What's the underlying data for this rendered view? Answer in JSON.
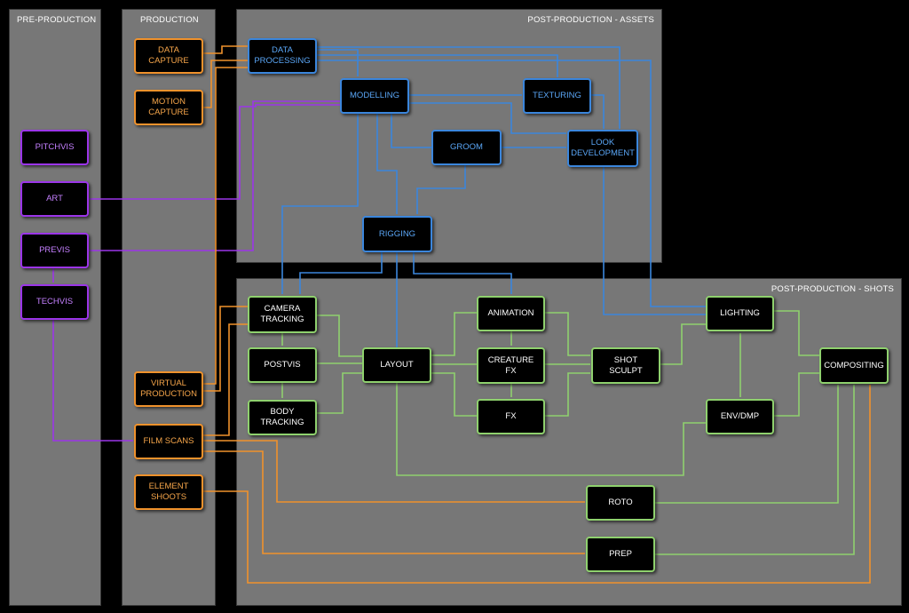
{
  "panels": {
    "pre_production": "PRE-PRODUCTION",
    "production": "PRODUCTION",
    "post_assets": "POST-PRODUCTION - ASSETS",
    "post_shots": "POST-PRODUCTION - SHOTS"
  },
  "colors": {
    "pre_production": "#9b35e8",
    "production": "#f0922c",
    "assets": "#3b86dc",
    "shots": "#8fd16e"
  },
  "nodes": {
    "pitchvis": "PITCHVIS",
    "art": "ART",
    "previs": "PREVIS",
    "techvis": "TECHVIS",
    "data_capture": "DATA\nCAPTURE",
    "motion_capture": "MOTION\nCAPTURE",
    "virtual_production": "VIRTUAL\nPRODUCTION",
    "film_scans": "FILM SCANS",
    "element_shoots": "ELEMENT\nSHOOTS",
    "data_processing": "DATA\nPROCESSING",
    "modelling": "MODELLING",
    "texturing": "TEXTURING",
    "groom": "GROOM",
    "look_development": "LOOK\nDEVELOPMENT",
    "rigging": "RIGGING",
    "camera_tracking": "CAMERA\nTRACKING",
    "postvis": "POSTVIS",
    "body_tracking": "BODY\nTRACKING",
    "layout": "LAYOUT",
    "animation": "ANIMATION",
    "creature_fx": "CREATURE\nFX",
    "fx": "FX",
    "shot_sculpt": "SHOT\nSCULPT",
    "lighting": "LIGHTING",
    "env_dmp": "ENV/DMP",
    "compositing": "COMPOSITING",
    "roto": "ROTO",
    "prep": "PREP"
  }
}
